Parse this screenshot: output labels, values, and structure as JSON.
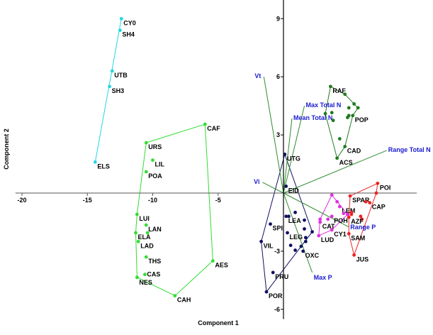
{
  "chart_data": {
    "type": "scatter",
    "title": "",
    "xlabel": "Component 1",
    "ylabel": "Component 2",
    "xlim": [
      -20.5,
      10.2
    ],
    "ylim": [
      -6.5,
      10
    ],
    "xticks": [
      -20,
      -15,
      -10,
      -5
    ],
    "yticks": [
      9,
      6,
      3,
      -3,
      -6
    ],
    "grid": false,
    "groups": [
      {
        "name": "cyan",
        "color": "#22d6e6",
        "points": [
          {
            "x": -12.4,
            "y": 9.0,
            "label": "CY0"
          },
          {
            "x": -12.5,
            "y": 8.4,
            "label": "SH4"
          },
          {
            "x": -13.1,
            "y": 6.3,
            "label": "UTB"
          },
          {
            "x": -13.3,
            "y": 5.5,
            "label": "SH3"
          },
          {
            "x": -14.4,
            "y": 1.6,
            "label": "ELS"
          }
        ],
        "hull": [
          0,
          4
        ]
      },
      {
        "name": "light-green",
        "color": "#33dd33",
        "points": [
          {
            "x": -6.0,
            "y": 3.55,
            "label": "CAF"
          },
          {
            "x": -10.5,
            "y": 2.6,
            "label": "URS"
          },
          {
            "x": -10.0,
            "y": 1.7,
            "label": "LIL"
          },
          {
            "x": -10.5,
            "y": 1.1,
            "label": "POA"
          },
          {
            "x": -11.2,
            "y": -1.1,
            "label": "LUI"
          },
          {
            "x": -10.5,
            "y": -1.65,
            "label": "LAN"
          },
          {
            "x": -11.3,
            "y": -2.05,
            "label": "ELA"
          },
          {
            "x": -10.4,
            "y": -2.05,
            "label": ""
          },
          {
            "x": -11.1,
            "y": -2.5,
            "label": "LAD"
          },
          {
            "x": -10.5,
            "y": -3.3,
            "label": "THS"
          },
          {
            "x": -10.6,
            "y": -4.2,
            "label": "CAS"
          },
          {
            "x": -11.2,
            "y": -4.35,
            "label": "NES"
          },
          {
            "x": -8.3,
            "y": -5.3,
            "label": "CAH"
          },
          {
            "x": -5.4,
            "y": -3.5,
            "label": "AES"
          }
        ],
        "hull": [
          0,
          13,
          12,
          11,
          6,
          4,
          1
        ]
      },
      {
        "name": "dark-green",
        "color": "#1f7a1f",
        "points": [
          {
            "x": 3.6,
            "y": 5.5,
            "label": "RAF"
          },
          {
            "x": 4.7,
            "y": 5.1,
            "label": ""
          },
          {
            "x": 5.4,
            "y": 4.6,
            "label": ""
          },
          {
            "x": 5.7,
            "y": 4.4,
            "label": ""
          },
          {
            "x": 5.3,
            "y": 4.0,
            "label": "POP"
          },
          {
            "x": 5.0,
            "y": 4.0,
            "label": ""
          },
          {
            "x": 4.9,
            "y": 3.9,
            "label": ""
          },
          {
            "x": 5.0,
            "y": 4.4,
            "label": ""
          },
          {
            "x": 3.2,
            "y": 4.1,
            "label": ""
          },
          {
            "x": 3.7,
            "y": 4.15,
            "label": ""
          },
          {
            "x": 3.8,
            "y": 3.75,
            "label": ""
          },
          {
            "x": 4.3,
            "y": 2.8,
            "label": ""
          },
          {
            "x": 4.7,
            "y": 2.4,
            "label": "CAD"
          },
          {
            "x": 4.1,
            "y": 1.8,
            "label": "ACS"
          }
        ],
        "hull": [
          0,
          1,
          2,
          3,
          4,
          12,
          13,
          8
        ]
      },
      {
        "name": "navy",
        "color": "#101060",
        "points": [
          {
            "x": 0.1,
            "y": 2.0,
            "label": "UTG"
          },
          {
            "x": 0.2,
            "y": 0.35,
            "label": "EID"
          },
          {
            "x": 0.2,
            "y": -1.2,
            "label": "LEA"
          },
          {
            "x": 0.4,
            "y": -1.2,
            "label": ""
          },
          {
            "x": 0.9,
            "y": -1.0,
            "label": ""
          },
          {
            "x": 1.6,
            "y": -1.4,
            "label": ""
          },
          {
            "x": 1.6,
            "y": -1.85,
            "label": ""
          },
          {
            "x": 2.2,
            "y": -2.0,
            "label": ""
          },
          {
            "x": -1.0,
            "y": -1.6,
            "label": "SPI"
          },
          {
            "x": 0.3,
            "y": -2.05,
            "label": "LEG"
          },
          {
            "x": 1.7,
            "y": -2.3,
            "label": ""
          },
          {
            "x": 1.7,
            "y": -2.5,
            "label": ""
          },
          {
            "x": 0.55,
            "y": -2.7,
            "label": ""
          },
          {
            "x": -1.7,
            "y": -2.5,
            "label": "VIL"
          },
          {
            "x": 0.9,
            "y": -2.95,
            "label": ""
          },
          {
            "x": 1.35,
            "y": -2.75,
            "label": ""
          },
          {
            "x": 1.5,
            "y": -3.0,
            "label": "OXC"
          },
          {
            "x": -0.8,
            "y": -4.1,
            "label": "PRU"
          },
          {
            "x": -1.3,
            "y": -5.1,
            "label": "POR"
          }
        ],
        "hull": [
          0,
          7,
          15,
          18,
          13
        ]
      },
      {
        "name": "magenta",
        "color": "#e030e0",
        "points": [
          {
            "x": 3.7,
            "y": -0.1,
            "label": ""
          },
          {
            "x": 4.1,
            "y": -0.45,
            "label": ""
          },
          {
            "x": 4.3,
            "y": -0.7,
            "label": "LEM"
          },
          {
            "x": 4.6,
            "y": -1.05,
            "label": ""
          },
          {
            "x": 4.9,
            "y": -1.1,
            "label": ""
          },
          {
            "x": 3.7,
            "y": -1.2,
            "label": "POH"
          },
          {
            "x": 3.4,
            "y": -1.35,
            "label": "CAT"
          },
          {
            "x": 2.8,
            "y": -1.5,
            "label": ""
          },
          {
            "x": 2.8,
            "y": -1.35,
            "label": ""
          },
          {
            "x": 3.7,
            "y": -1.9,
            "label": "CY1"
          },
          {
            "x": 2.7,
            "y": -2.2,
            "label": "LUD"
          }
        ],
        "hull": [
          0,
          4,
          9,
          10,
          8
        ]
      },
      {
        "name": "red",
        "color": "#ee2222",
        "points": [
          {
            "x": 7.2,
            "y": 0.5,
            "label": "POI"
          },
          {
            "x": 7.1,
            "y": 0.0,
            "label": ""
          },
          {
            "x": 5.1,
            "y": -0.15,
            "label": "SPAR"
          },
          {
            "x": 6.6,
            "y": -0.5,
            "label": "CAP"
          },
          {
            "x": 6.3,
            "y": -0.45,
            "label": ""
          },
          {
            "x": 5.2,
            "y": -1.0,
            "label": ""
          },
          {
            "x": 5.2,
            "y": -1.1,
            "label": ""
          },
          {
            "x": 5.9,
            "y": -1.2,
            "label": ""
          },
          {
            "x": 6.0,
            "y": -1.35,
            "label": ""
          },
          {
            "x": 5.0,
            "y": -1.25,
            "label": "AZF"
          },
          {
            "x": 5.0,
            "y": -2.1,
            "label": "SAM"
          },
          {
            "x": 5.4,
            "y": -3.2,
            "label": "JUS"
          }
        ],
        "hull": [
          0,
          1,
          11,
          10,
          9,
          2
        ]
      }
    ],
    "vectors": [
      {
        "name": "Vt",
        "x": -1.5,
        "y": 6.0
      },
      {
        "name": "Max Total N",
        "x": 1.6,
        "y": 4.5
      },
      {
        "name": "Mean Total N",
        "x": 0.65,
        "y": 3.85
      },
      {
        "name": "Range Total N",
        "x": 7.9,
        "y": 2.2
      },
      {
        "name": "Vi",
        "x": -1.6,
        "y": 0.55
      },
      {
        "name": "Range P",
        "x": 5.0,
        "y": -1.75
      },
      {
        "name": "Max P",
        "x": 2.2,
        "y": -4.1
      }
    ],
    "vector_color": "#2e8b2e",
    "vector_label_color": "#1a1ad0"
  }
}
